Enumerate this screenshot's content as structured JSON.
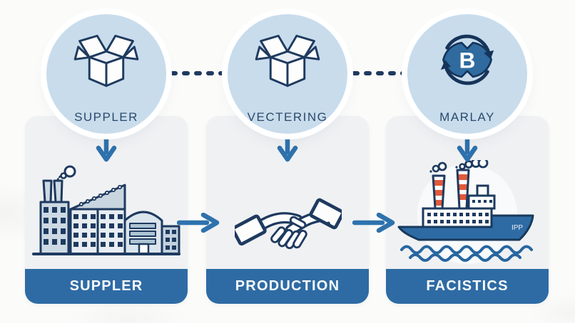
{
  "diagram": {
    "stages": [
      {
        "badge_label": "SUPPLER",
        "badge_icon": "open-box-icon",
        "card_icon": "factory-icon",
        "banner_label": "SUPPLER"
      },
      {
        "badge_label": "VECTERING",
        "badge_icon": "open-box-icon",
        "card_icon": "handshake-icon",
        "banner_label": "PRODUCTION"
      },
      {
        "badge_label": "MARLAY",
        "badge_icon": "b-cycle-icon",
        "logo_letter": "B",
        "card_icon": "cargo-ship-icon",
        "ship_label": "IPP",
        "banner_label": "FACISTICS"
      }
    ],
    "colors": {
      "badge_fill": "#c8dcec",
      "badge_text": "#2b4a6b",
      "card_fill": "#f0f1f3",
      "banner_fill": "#2e6ba4",
      "banner_text": "#f7f9fb",
      "arrow_blue": "#2e72ad",
      "line_navy": "#1e3a5f",
      "chimney_orange": "#e2593a",
      "hull_blue": "#2e6ba4"
    }
  }
}
